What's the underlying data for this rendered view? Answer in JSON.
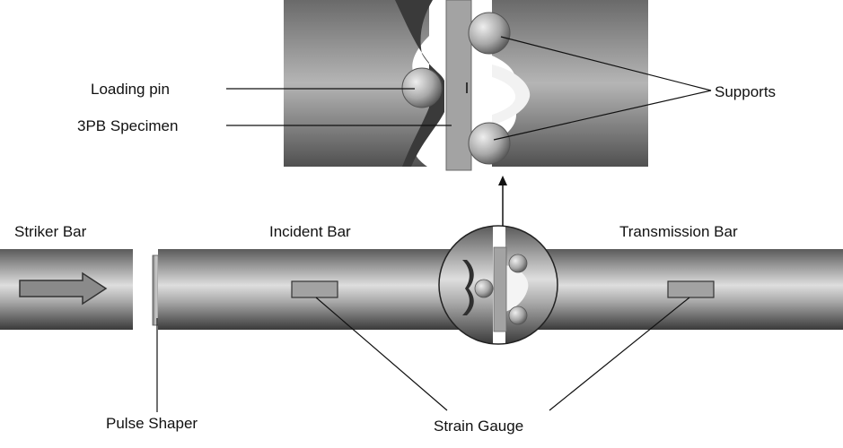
{
  "labels": {
    "loading_pin": "Loading pin",
    "specimen": "3PB Specimen",
    "supports": "Supports",
    "striker_bar": "Striker Bar",
    "incident_bar": "Incident Bar",
    "transmission_bar": "Transmission Bar",
    "pulse_shaper": "Pulse Shaper",
    "strain_gauge": "Strain Gauge"
  },
  "colors": {
    "bar_light": "#d8d8d8",
    "bar_mid": "#9a9a9a",
    "bar_dark": "#3c3c3c",
    "specimen": "#9d9d9d",
    "lines": "#111111"
  }
}
